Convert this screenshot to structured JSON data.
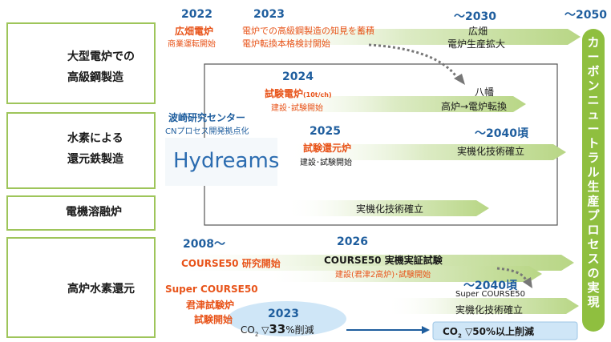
{
  "rows": [
    {
      "label_line1": "大型電炉での",
      "label_line2": "高級鋼製造"
    },
    {
      "label_line1": "水素による",
      "label_line2": "還元鉄製造"
    },
    {
      "label_line1": "電機溶融炉"
    },
    {
      "label_line1": "高炉水素還元"
    }
  ],
  "right_bar": {
    "year": "〜2050",
    "text": "カーボンニュートラル生産プロセスの実現"
  },
  "row1": {
    "y2022": "2022",
    "y2022_l1": "広畑電炉",
    "y2022_l2": "商業運転開始",
    "y2023": "2023",
    "y2023_l1": "電炉での高級鋼製造の知見を蓄積",
    "y2023_l2": "電炉転換本格検討開始",
    "y2030": "〜2030",
    "y2030_l1": "広畑",
    "y2030_l2": "電炉生産拡大",
    "y2024": "2024",
    "y2024_l1": "試験電炉",
    "y2024_l1_small": "(10t/ch)",
    "y2024_l2": "建設･試験開始",
    "yawata_l1": "八幡",
    "yawata_l2": "高炉→電炉転換"
  },
  "row2": {
    "hasaki_l1": "波崎研究センター",
    "hasaki_l2": "CNプロセス開発拠点化",
    "logo": "Hydreams",
    "y2025": "2025",
    "y2025_l1": "試験還元炉",
    "y2025_l2": "建設･試験開始",
    "y2040": "〜2040頃",
    "y2040_l1": "実機化技術確立"
  },
  "row3": {
    "text": "実機化技術確立"
  },
  "row4": {
    "y2008": "2008〜",
    "c50": "COURSE50 研究開始",
    "y2026": "2026",
    "y2026_l1": "COURSE50 実機実証試験",
    "y2026_l2": "建設(君津2高炉)･試験開始",
    "super_l1": "Super COURSE50",
    "super_l2": "君津試験炉",
    "super_l3": "試験開始",
    "y2040": "〜2040頃",
    "y2040_l1": "Super COURSE50",
    "y2040_l2": "実機化技術確立",
    "oval_year": "2023",
    "oval_co2": "CO",
    "oval_sub": "2",
    "oval_tri": "▽",
    "oval_num": "33",
    "oval_pct": "%削減",
    "final_co2": "CO",
    "final_sub": "2",
    "final_txt": "▽50%以上削減"
  },
  "colors": {
    "green": "#8fbf3f",
    "lightgreen": "#dcebc4",
    "orange": "#e8541a",
    "blue": "#1f5e9e",
    "oval": "#cfe6f7"
  }
}
